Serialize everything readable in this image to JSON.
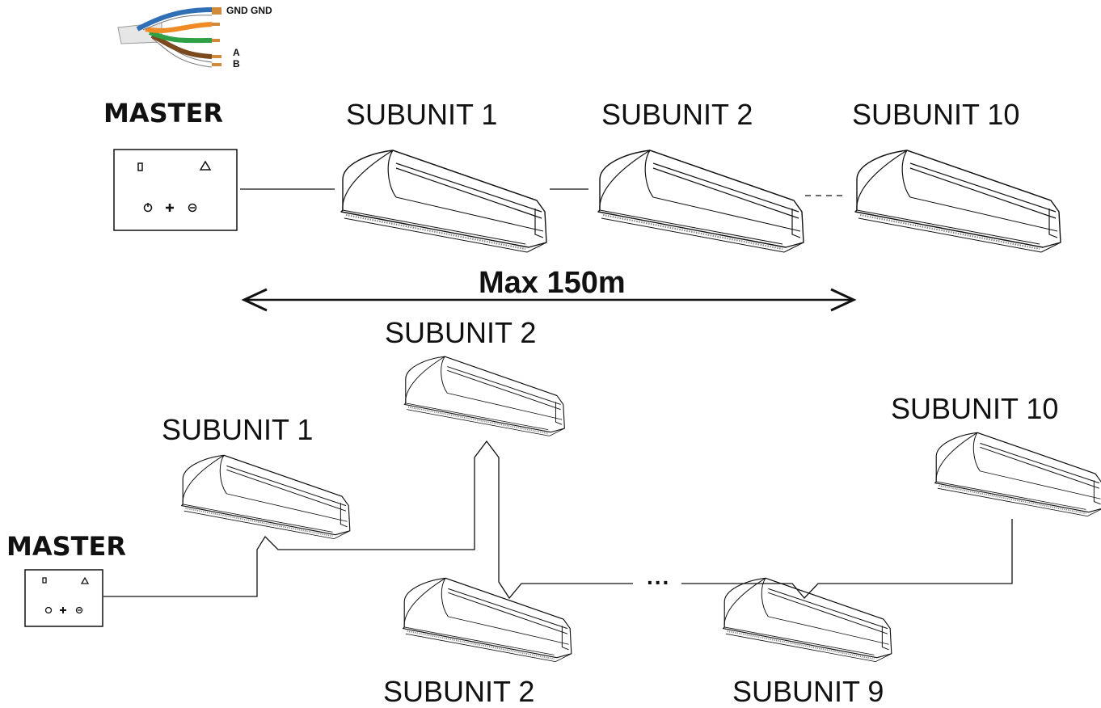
{
  "cable": {
    "labels": [
      "GND GND",
      "A",
      "B"
    ],
    "wire_colors": [
      "#2f6fb6",
      "#f08a24",
      "#2fa046",
      "#7a4a1e",
      "#ffffff"
    ]
  },
  "top_layout": {
    "master_label": "MASTER",
    "subunits": [
      "SUBUNIT 1",
      "SUBUNIT 2",
      "SUBUNIT 10"
    ],
    "distance_label": "Max 150m"
  },
  "bottom_layout": {
    "master_label": "MASTER",
    "subunits": [
      "SUBUNIT 1",
      "SUBUNIT 2",
      "SUBUNIT 10",
      "SUBUNIT 2",
      "SUBUNIT 9"
    ],
    "ellipsis": "..."
  }
}
